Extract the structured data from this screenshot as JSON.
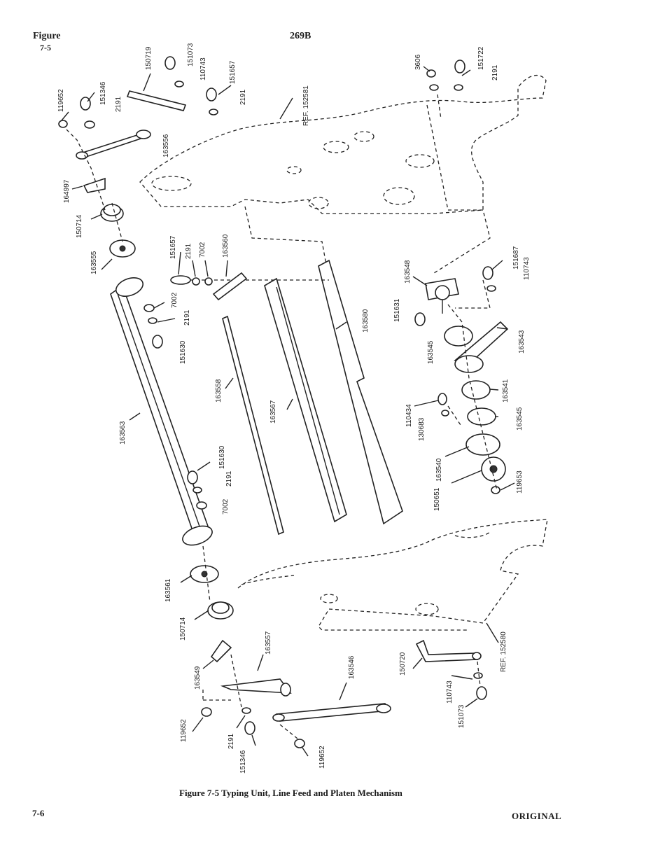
{
  "header": {
    "figure_word": "Figure",
    "figure_number": "7-5",
    "model": "269B"
  },
  "caption": "Figure 7-5   Typing Unit, Line Feed and Platen Mechanism",
  "footer": {
    "page_number": "7-6",
    "status": "ORIGINAL"
  },
  "part_labels": {
    "p119652a": "119652",
    "p151346a": "151346",
    "p2191a": "2191",
    "p150719": "150719",
    "p151073a": "151073",
    "p110743a": "110743",
    "p151657a": "151657",
    "p2191b": "2191",
    "ref152581": "REF. 152581",
    "p3606": "3606",
    "p151722": "151722",
    "p2191c": "2191",
    "p163556": "163556",
    "p164997": "164997",
    "p150714a": "150714",
    "p163555": "163555",
    "p151657b": "151657",
    "p2191d": "2191",
    "p7002a": "7002",
    "p163560": "163560",
    "p7002b": "7002",
    "p2191e": "2191",
    "p151630a": "151630",
    "p163580": "163580",
    "p163548": "163548",
    "p151687": "151687",
    "p110743b": "110743",
    "p151631": "151631",
    "p163545a": "163545",
    "p163543": "163543",
    "p163558": "163558",
    "p163567": "163567",
    "p163563": "163563",
    "p110434": "110434",
    "p130683": "130683",
    "p163541": "163541",
    "p163545b": "163545",
    "p163540": "163540",
    "p150651": "150651",
    "p119653": "119653",
    "p151630b": "151630",
    "p2191f": "2191",
    "p7002c": "7002",
    "p163561": "163561",
    "p150714b": "150714",
    "p163549": "163549",
    "p163557": "163557",
    "p163546": "163546",
    "p150720": "150720",
    "ref152580": "REF. 152580",
    "p110743c": "110743",
    "p151073b": "151073",
    "p119652b": "119652",
    "p2191g": "2191",
    "p151346b": "151346",
    "p119652c": "119652"
  }
}
